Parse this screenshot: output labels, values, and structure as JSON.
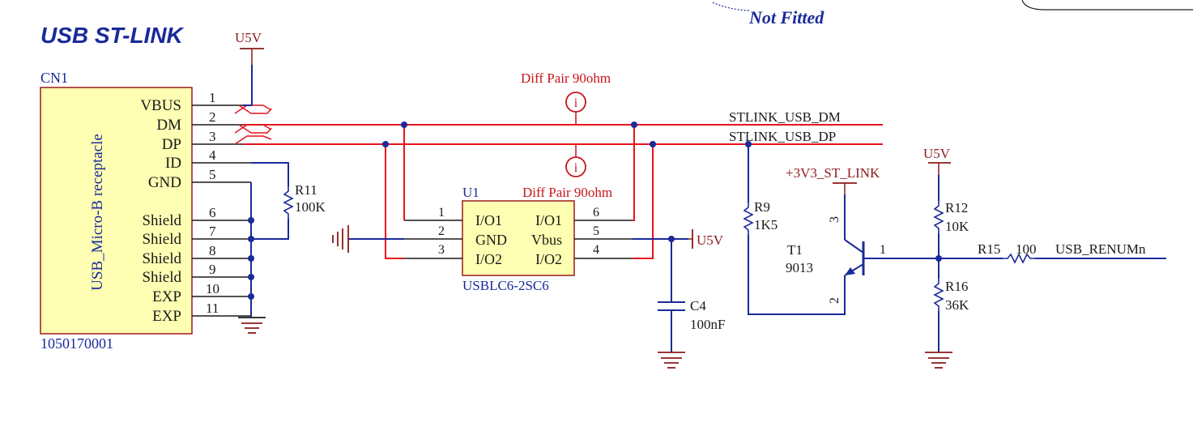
{
  "title": "USB ST-LINK",
  "not_fitted": "Not Fitted",
  "connector": {
    "ref": "CN1",
    "part": "1050170001",
    "body_label": "USB_Micro-B receptacle",
    "pins": [
      {
        "num": "1",
        "name": "VBUS"
      },
      {
        "num": "2",
        "name": "DM"
      },
      {
        "num": "3",
        "name": "DP"
      },
      {
        "num": "4",
        "name": "ID"
      },
      {
        "num": "5",
        "name": "GND"
      },
      {
        "num": "6",
        "name": "Shield"
      },
      {
        "num": "7",
        "name": "Shield"
      },
      {
        "num": "8",
        "name": "Shield"
      },
      {
        "num": "9",
        "name": "Shield"
      },
      {
        "num": "10",
        "name": "EXP"
      },
      {
        "num": "11",
        "name": "EXP"
      }
    ]
  },
  "power": {
    "u5v_top": "U5V",
    "u5v_u1": "U5V",
    "u5v_r12": "U5V",
    "v33": "+3V3_ST_LINK"
  },
  "diff_pair_top": "Diff Pair 90ohm",
  "diff_pair_bottom": "Diff Pair 90ohm",
  "diff_icon": "i",
  "nets": {
    "dm": "STLINK_USB_DM",
    "dp": "STLINK_USB_DP",
    "renum": "USB_RENUMn"
  },
  "u1": {
    "ref": "U1",
    "part": "USBLC6-2SC6",
    "pins_left": [
      {
        "num": "1",
        "name": "I/O1"
      },
      {
        "num": "2",
        "name": "GND"
      },
      {
        "num": "3",
        "name": "I/O2"
      }
    ],
    "pins_right": [
      {
        "num": "6",
        "name": "I/O1"
      },
      {
        "num": "5",
        "name": "Vbus"
      },
      {
        "num": "4",
        "name": "I/O2"
      }
    ]
  },
  "r11": {
    "ref": "R11",
    "value": "100K"
  },
  "r9": {
    "ref": "R9",
    "value": "1K5"
  },
  "r12": {
    "ref": "R12",
    "value": "10K"
  },
  "r16": {
    "ref": "R16",
    "value": "36K"
  },
  "r15": {
    "ref": "R15",
    "value": "100"
  },
  "c4": {
    "ref": "C4",
    "value": "100nF"
  },
  "t1": {
    "ref": "T1",
    "value": "9013",
    "pin_c": "3",
    "pin_b": "1",
    "pin_e": "2"
  },
  "colors": {
    "wire_blue": "#1a2a9a",
    "wire_red": "#e8141c",
    "body_fill": "#ffffb3",
    "body_stroke": "#9b1a1a",
    "power_red": "#8b1a1a",
    "text_dark": "#1a1a1a",
    "text_blue": "#1a2a9a",
    "text_red": "#c8141c"
  }
}
